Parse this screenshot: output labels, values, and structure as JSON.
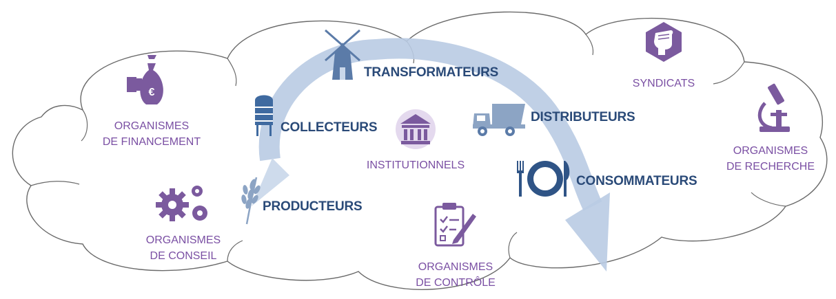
{
  "chain_actors": {
    "transformateurs": "TRANSFORMATEURS",
    "collecteurs": "COLLECTEURS",
    "distributeurs": "DISTRIBUTEURS",
    "consommateurs": "CONSOMMATEURS",
    "producteurs": "PRODUCTEURS"
  },
  "support_actors": {
    "financement": [
      "ORGANISMES",
      "DE FINANCEMENT"
    ],
    "conseil": [
      "ORGANISMES",
      "DE CONSEIL"
    ],
    "controle": [
      "ORGANISMES",
      "DE CONTRÔLE"
    ],
    "recherche": [
      "ORGANISMES",
      "DE RECHERCHE"
    ],
    "syndicats": "SYNDICATS",
    "institutionnels": "INSTITUTIONNELS"
  },
  "icons": {
    "financement": "money-bag-euro-icon",
    "conseil": "gears-icon",
    "controle": "clipboard-checklist-icon",
    "recherche": "microscope-icon",
    "syndicats": "raised-fist-icon",
    "institutionnels": "institution-building-icon",
    "transformateurs": "windmill-icon",
    "collecteurs": "silo-icon",
    "distributeurs": "dump-truck-icon",
    "consommateurs": "plate-fork-knife-icon",
    "producteurs": "wheat-icon"
  },
  "colors": {
    "chain_text": "#2a4a78",
    "support_text": "#7a4fa3",
    "icon_purple": "#7b5a9e",
    "icon_blue": "#5b7ba8",
    "arrow": "#b9cbe3",
    "cloud_stroke": "#6a6a6a"
  }
}
